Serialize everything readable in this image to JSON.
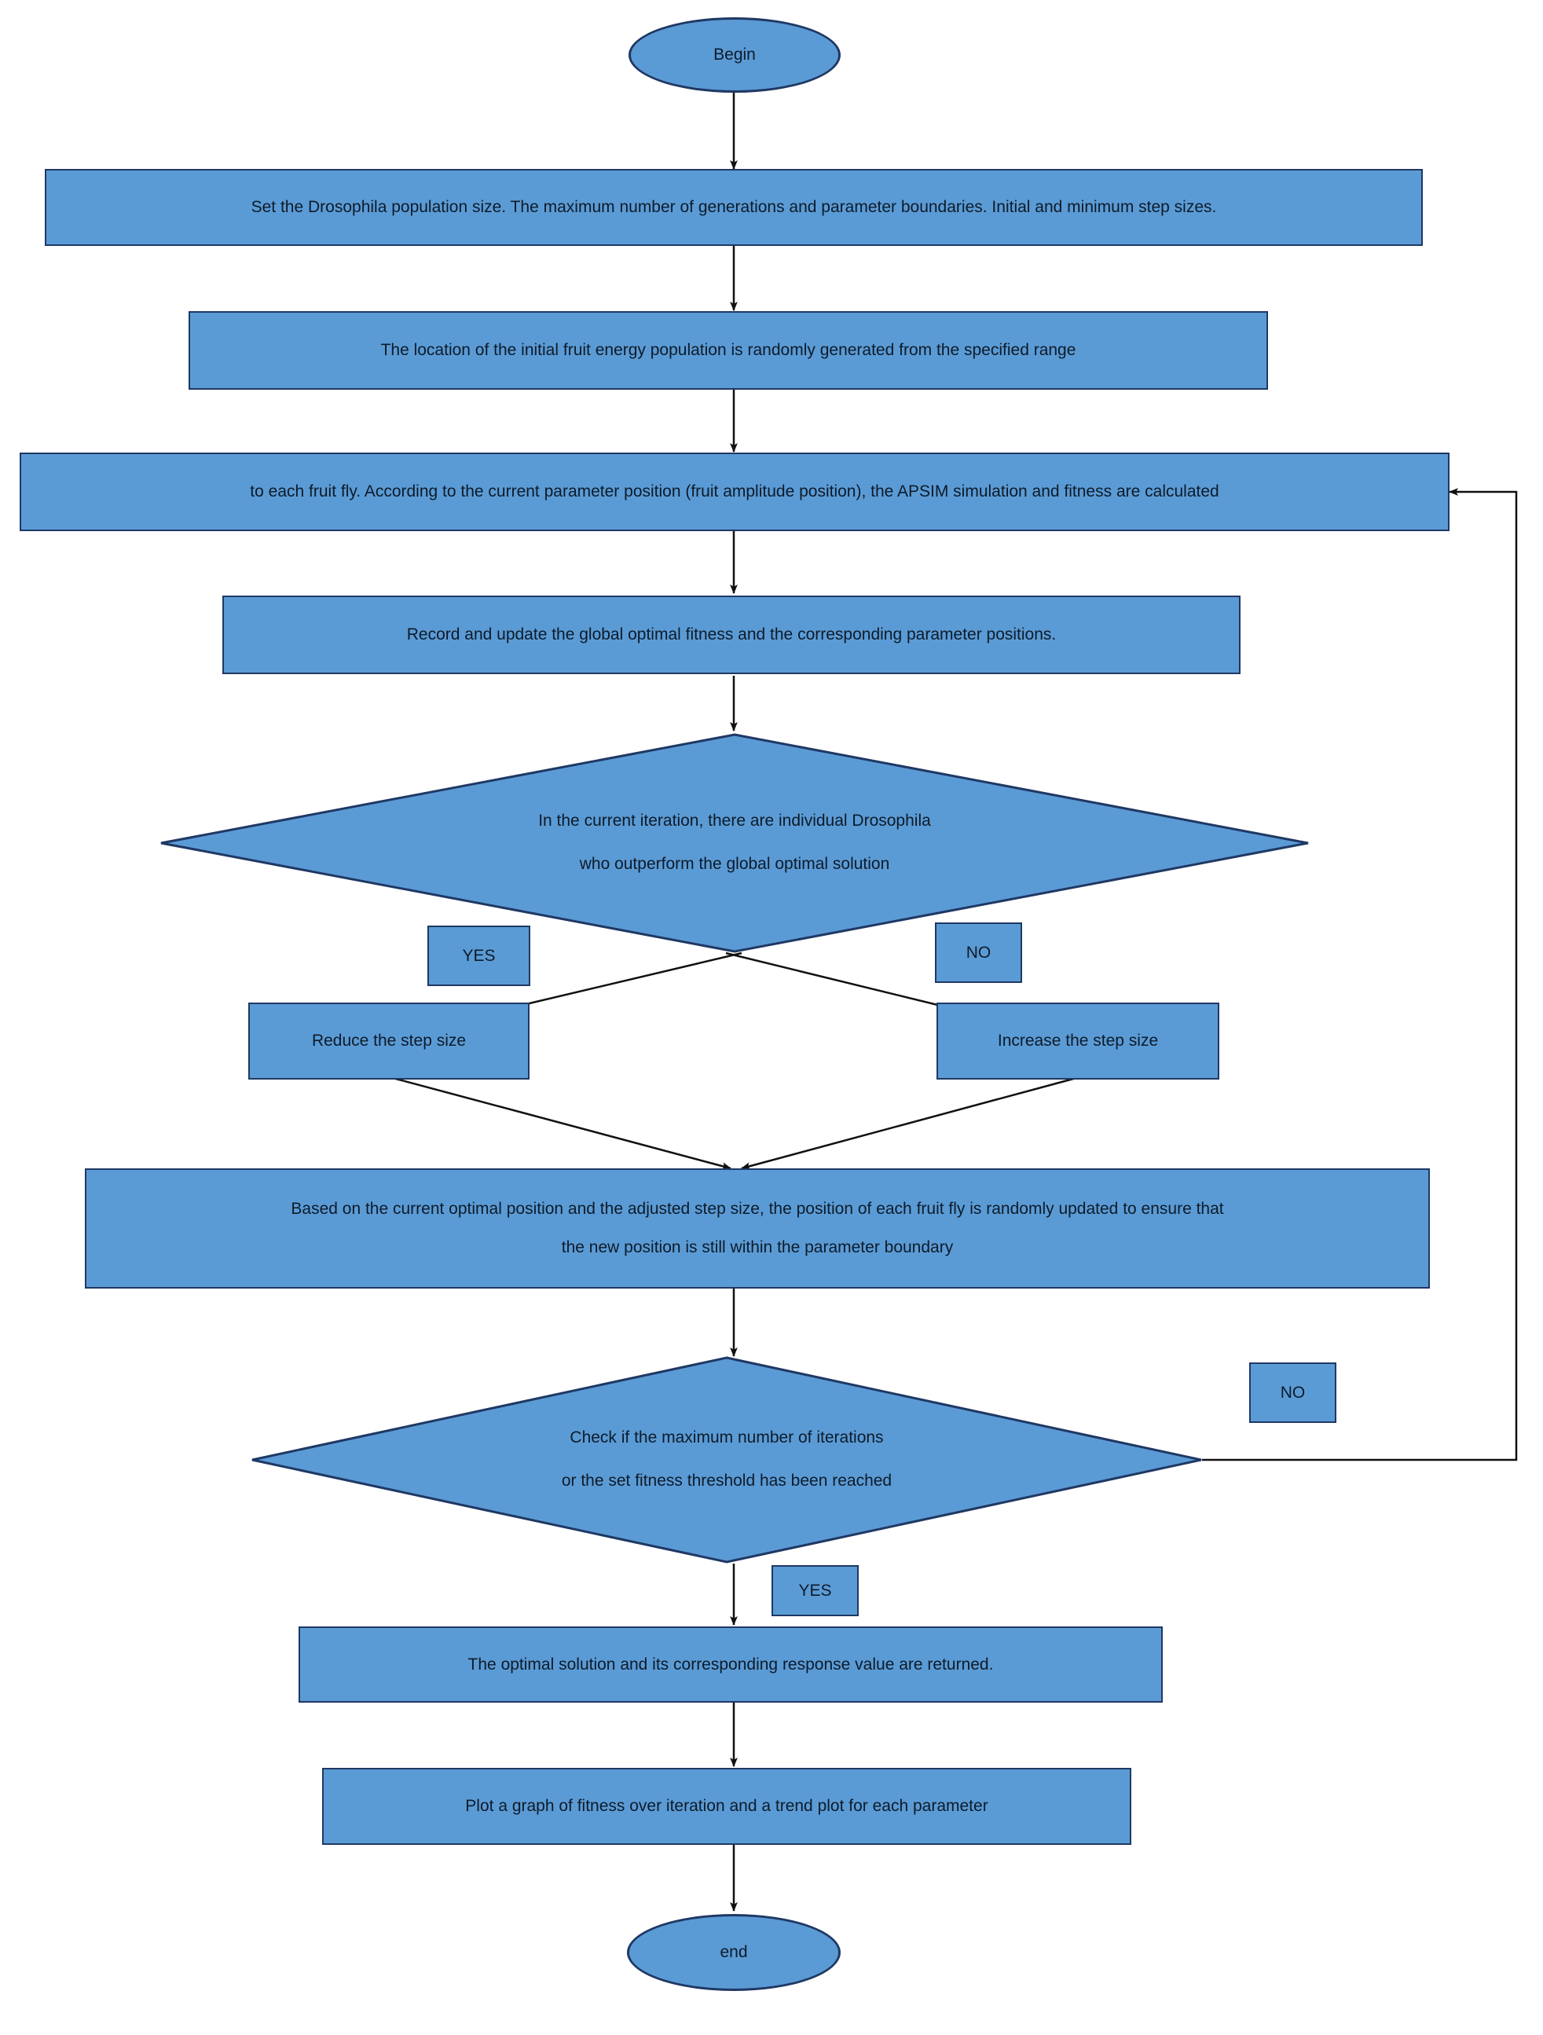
{
  "diagram": {
    "title": "Drosophila (Fruit Fly) Optimization Algorithm Flowchart",
    "colors": {
      "fill": "#5B9BD5",
      "stroke": "#1F3864",
      "edge": "#1a1a1a",
      "background": "#ffffff",
      "text": "#0d1b2a"
    },
    "nodes": {
      "begin": {
        "label": "Begin",
        "shape": "terminator"
      },
      "set_params": {
        "label": "Set the Drosophila population size. The maximum number of generations and parameter boundaries. Initial and minimum step sizes.",
        "shape": "process"
      },
      "init_population": {
        "label": "The location of the initial fruit energy population is randomly generated from the specified range",
        "shape": "process"
      },
      "evaluate": {
        "label": "to each fruit fly. According to the current parameter position (fruit amplitude position), the APSIM simulation and fitness are calculated",
        "shape": "process"
      },
      "record_update": {
        "label": "Record and update the global optimal fitness and the corresponding parameter positions.",
        "shape": "process"
      },
      "decision_outperform": {
        "shape": "decision",
        "line1": "In the current iteration, there are individual Drosophila",
        "line2": "who outperform the global optimal solution"
      },
      "reduce_step": {
        "label": "Reduce the step size",
        "shape": "process"
      },
      "increase_step": {
        "label": "Increase the step size",
        "shape": "process"
      },
      "update_position": {
        "shape": "process",
        "line1": "Based on the current optimal position and the adjusted step size, the position of each fruit fly is randomly updated to ensure that",
        "line2": "the new position is still within the parameter boundary"
      },
      "decision_stop": {
        "shape": "decision",
        "line1": "Check if the maximum number of iterations",
        "line2": "or the set fitness threshold has been reached"
      },
      "return_solution": {
        "label": "The optimal solution and its corresponding response value are returned.",
        "shape": "process"
      },
      "plot_graph": {
        "label": "Plot a graph of fitness over iteration and a trend plot for each parameter",
        "shape": "process"
      },
      "end": {
        "label": "end",
        "shape": "terminator"
      }
    },
    "edge_labels": {
      "yes_outperform": "YES",
      "no_outperform": "NO",
      "no_loop": "NO",
      "yes_finish": "YES"
    }
  }
}
